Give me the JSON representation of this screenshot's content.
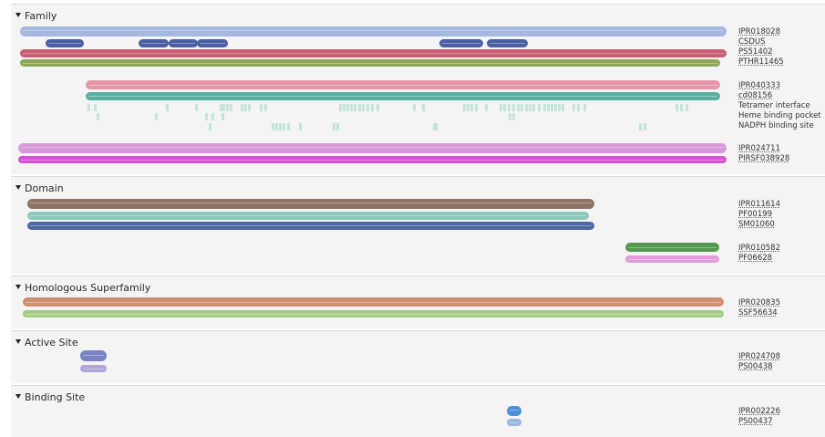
{
  "sections": [
    {
      "title": "Family",
      "bars": [
        {
          "name": "bar-IPR018028",
          "color": "#a6b8de",
          "start": 22,
          "end": 797,
          "row": 0
        },
        {
          "name": "bar-CSDUS",
          "segments": [
            [
              50,
              92
            ],
            [
              152,
              185
            ],
            [
              185,
              217
            ],
            [
              216,
              250
            ],
            [
              482,
              530
            ],
            [
              534,
              579
            ]
          ],
          "color": "#4a5ea3",
          "row": 1
        },
        {
          "name": "bar-PS51402",
          "color": "#c85d74",
          "start": 22,
          "end": 797,
          "row": 2
        },
        {
          "name": "bar-PTHR11465",
          "color": "#8fa65a",
          "start": 22,
          "end": 790,
          "row": 3
        },
        {
          "name": "bar-IPR040333",
          "color": "#e895aa",
          "start": 94,
          "end": 790,
          "row": 5
        },
        {
          "name": "bar-cd08156",
          "color": "#56b0a0",
          "start": 94,
          "end": 790,
          "row": 6
        },
        {
          "name": "bar-IPR024711",
          "color": "#d79ad9",
          "start": 20,
          "end": 797,
          "row": 9
        },
        {
          "name": "bar-PIRSF038928",
          "color": "#d94fd2",
          "start": 20,
          "end": 797,
          "row": 10
        }
      ],
      "labels": [
        {
          "text": "IPR018028",
          "type": "acc"
        },
        {
          "text": "CSDUS",
          "type": "acc"
        },
        {
          "text": "PS51402",
          "type": "acc"
        },
        {
          "text": "PTHR11465",
          "type": "acc"
        },
        {
          "text": "IPR040333",
          "type": "acc"
        },
        {
          "text": "cd08156",
          "type": "acc"
        },
        {
          "text": "Tetramer interface",
          "type": "plain"
        },
        {
          "text": "Heme binding pocket",
          "type": "plain"
        },
        {
          "text": "NADPH binding site",
          "type": "plain"
        },
        {
          "text": "IPR024711",
          "type": "acc"
        },
        {
          "text": "PIRSF038928",
          "type": "acc"
        }
      ],
      "sites": {
        "Tetramer interface": [
          96,
          103,
          182,
          214,
          241,
          244,
          248,
          252,
          264,
          268,
          272,
          285,
          290,
          372,
          376,
          380,
          384,
          388,
          393,
          397,
          402,
          407,
          413,
          453,
          463,
          508,
          512,
          516,
          521,
          532,
          548,
          552,
          557,
          562,
          567,
          571,
          576,
          580,
          584,
          590,
          596,
          600,
          604,
          608,
          612,
          616,
          628,
          633,
          640,
          741,
          746,
          752
        ],
        "Heme binding pocket": [
          106,
          170,
          225,
          232,
          243,
          558,
          562
        ],
        "NADPH binding site": [
          229,
          298,
          302,
          306,
          310,
          315,
          328,
          365,
          369,
          475,
          477,
          701,
          706
        ]
      }
    },
    {
      "title": "Domain",
      "bars": [
        {
          "name": "bar-IPR011614",
          "color": "#8c7364",
          "start": 30,
          "end": 652,
          "row": 0
        },
        {
          "name": "bar-PF00199",
          "color": "#8cc8bc",
          "start": 30,
          "end": 646,
          "row": 1
        },
        {
          "name": "bar-SM01060",
          "color": "#4c6aa0",
          "start": 30,
          "end": 652,
          "row": 2
        },
        {
          "name": "bar-IPR010582",
          "color": "#53984e",
          "start": 686,
          "end": 789,
          "row": 4
        },
        {
          "name": "bar-PF06628",
          "color": "#e39ad9",
          "start": 686,
          "end": 789,
          "row": 5
        }
      ],
      "labels": [
        {
          "text": "IPR011614",
          "type": "acc"
        },
        {
          "text": "PF00199",
          "type": "acc"
        },
        {
          "text": "SM01060",
          "type": "acc"
        },
        {
          "text": "IPR010582",
          "type": "acc"
        },
        {
          "text": "PF06628",
          "type": "acc"
        }
      ]
    },
    {
      "title": "Homologous Superfamily",
      "bars": [
        {
          "name": "bar-IPR020835",
          "color": "#d08f70",
          "start": 25,
          "end": 794,
          "row": 0
        },
        {
          "name": "bar-SSF56634",
          "color": "#a4cc88",
          "start": 25,
          "end": 794,
          "row": 1
        }
      ],
      "labels": [
        {
          "text": "IPR020835",
          "type": "acc"
        },
        {
          "text": "SSF56634",
          "type": "acc"
        }
      ]
    },
    {
      "title": "Active Site",
      "bars": [
        {
          "name": "bar-IPR024708",
          "color": "#7a82c4",
          "start": 88,
          "end": 117,
          "row": 0
        },
        {
          "name": "bar-PS00438",
          "color": "#b0a6d8",
          "start": 88,
          "end": 117,
          "row": 1
        }
      ],
      "labels": [
        {
          "text": "IPR024708",
          "type": "acc"
        },
        {
          "text": "PS00438",
          "type": "acc"
        }
      ]
    },
    {
      "title": "Binding Site",
      "bars": [
        {
          "name": "bar-IPR002226",
          "color": "#4b8fd6",
          "start": 556,
          "end": 572,
          "row": 0
        },
        {
          "name": "bar-PS00437",
          "color": "#9bb8e0",
          "start": 556,
          "end": 572,
          "row": 1
        }
      ],
      "labels": [
        {
          "text": "IPR002226",
          "type": "acc"
        },
        {
          "text": "PS00437",
          "type": "acc"
        }
      ]
    }
  ]
}
